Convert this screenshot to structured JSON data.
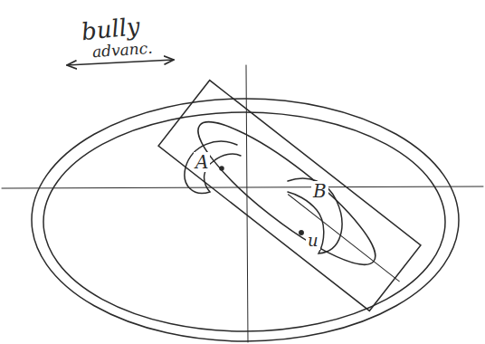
{
  "diagram": {
    "labels": [
      "bully",
      "advanc.",
      "A",
      "B",
      "u"
    ]
  }
}
